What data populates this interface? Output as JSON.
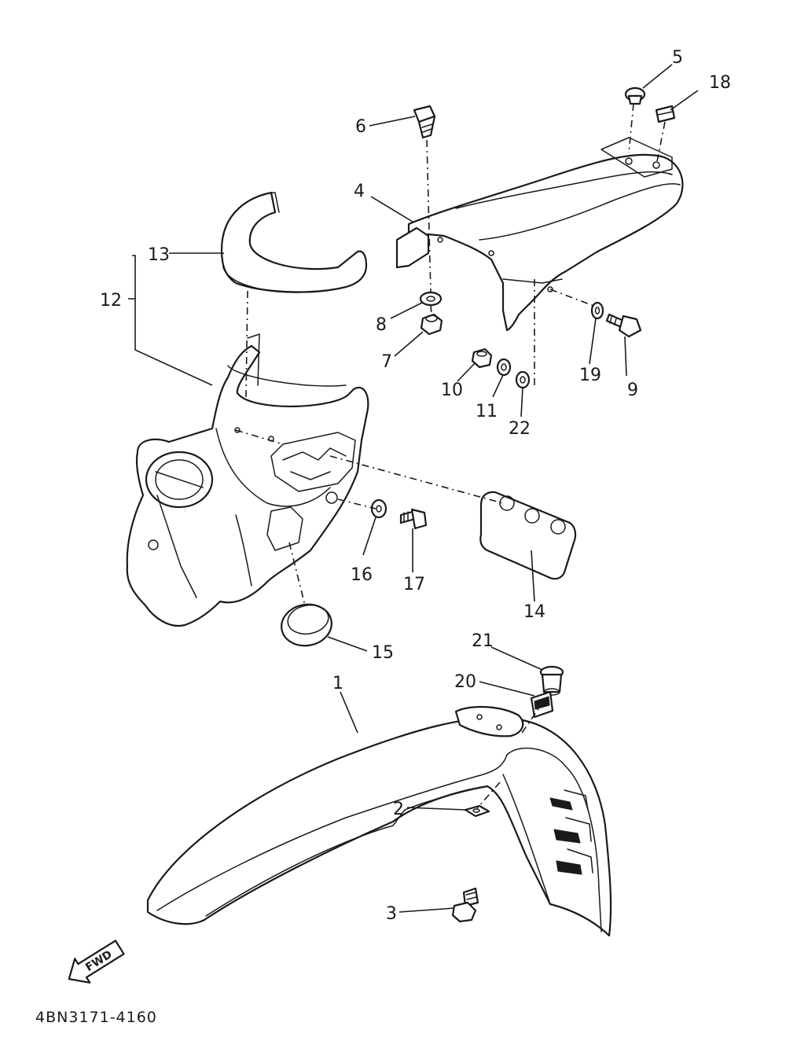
{
  "callouts": {
    "c1": "1",
    "c2": "2",
    "c3": "3",
    "c4": "4",
    "c5": "5",
    "c6": "6",
    "c7": "7",
    "c8": "8",
    "c9": "9",
    "c10": "10",
    "c11": "11",
    "c12": "12",
    "c13": "13",
    "c14": "14",
    "c15": "15",
    "c16": "16",
    "c17": "17",
    "c18": "18",
    "c19": "19",
    "c20": "20",
    "c21": "21",
    "c22": "22"
  },
  "fwd_label": "FWD",
  "diagram_code": "4BN3171-4160"
}
